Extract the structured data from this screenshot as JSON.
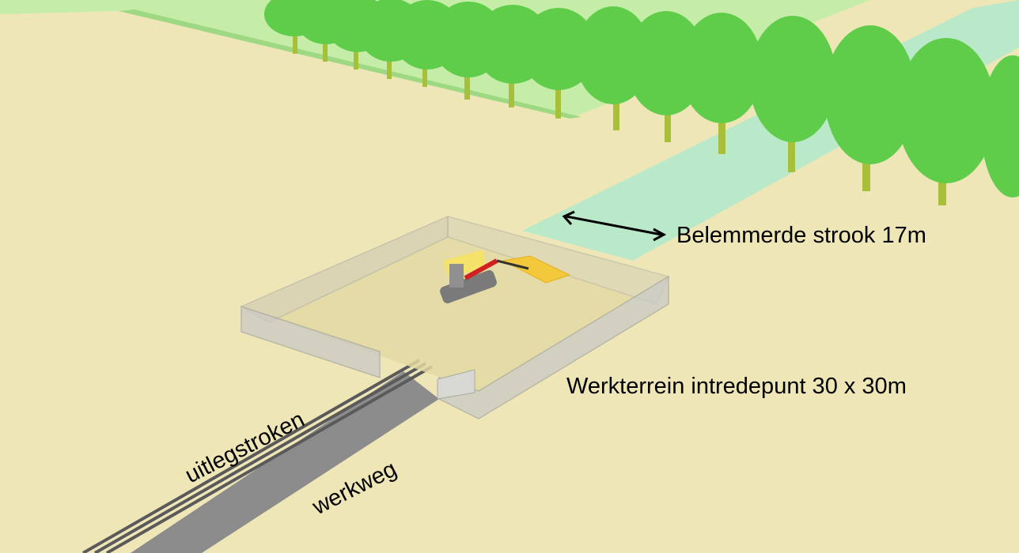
{
  "labels": {
    "strook": "Belemmerde strook 17m",
    "werkterrein": "Werkterrein intredepunt 30 x 30m",
    "uitlegstroken": "uitlegstroken",
    "werkweg": "werkweg"
  },
  "colors": {
    "ground": "#efe6b8",
    "field": "#b8e39a",
    "tree": "#5fcd4a",
    "trunk": "#a8bf3a",
    "strip": "#a8ead0",
    "site_fill": "#e3d8a2",
    "site_wall": "#c9c9c4",
    "werkweg": "#8c8c8c",
    "rails": "#5a5a5a",
    "machine_boom": "#d02020",
    "machine_body": "#808080",
    "pit": "#f3c83a"
  }
}
